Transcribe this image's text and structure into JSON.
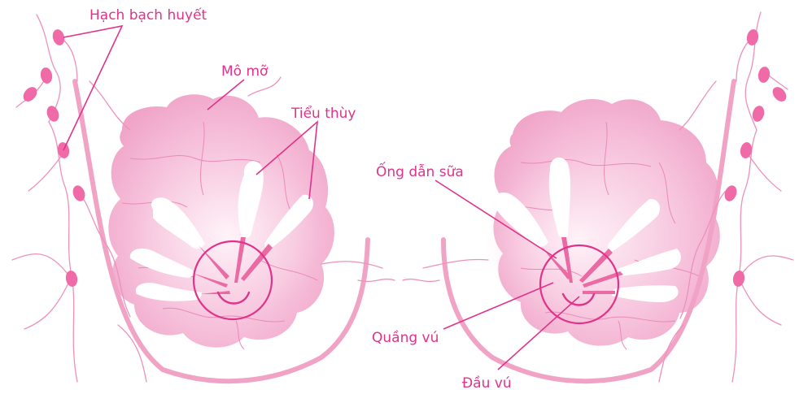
{
  "labels": {
    "lymph_nodes": "Hạch bạch huyết",
    "fat_tissue": "Mô mỡ",
    "lobules": "Tiểu thùy",
    "milk_ducts": "Ống dẫn sữa",
    "areola": "Quầng vú",
    "nipple": "Đầu vú"
  },
  "colors": {
    "label_text": "#e0338a",
    "tissue_fill": "#f6bcd8",
    "tissue_outer": "#f3a8cb",
    "vein": "#ee91bb",
    "lymph_node": "#ef6aa6",
    "duct": "#ea6aa3",
    "lobule": "#ffffff"
  }
}
